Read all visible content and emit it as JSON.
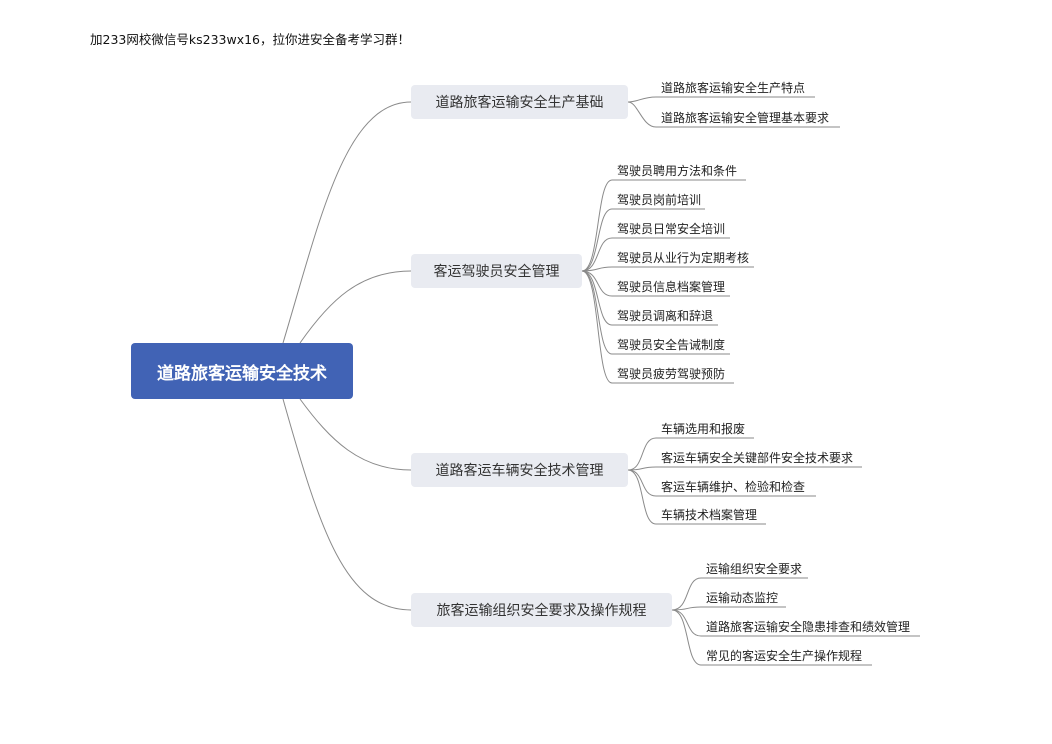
{
  "header": {
    "note": "加233网校微信号ks233wx16，拉你进安全备考学习群！"
  },
  "mindmap": {
    "root": "道路旅客运输安全技术",
    "branches": [
      {
        "label": "道路旅客运输安全生产基础",
        "leaves": [
          "道路旅客运输安全生产特点",
          "道路旅客运输安全管理基本要求"
        ]
      },
      {
        "label": "客运驾驶员安全管理",
        "leaves": [
          "驾驶员聘用方法和条件",
          "驾驶员岗前培训",
          "驾驶员日常安全培训",
          "驾驶员从业行为定期考核",
          "驾驶员信息档案管理",
          "驾驶员调离和辞退",
          "驾驶员安全告诫制度",
          "驾驶员疲劳驾驶预防"
        ]
      },
      {
        "label": "道路客运车辆安全技术管理",
        "leaves": [
          "车辆选用和报废",
          "客运车辆安全关键部件安全技术要求",
          "客运车辆维护、检验和检查",
          "车辆技术档案管理"
        ]
      },
      {
        "label": "旅客运输组织安全要求及操作规程",
        "leaves": [
          "运输组织安全要求",
          "运输动态监控",
          "道路旅客运输安全隐患排查和绩效管理",
          "常见的客运安全生产操作规程"
        ]
      }
    ]
  },
  "colors": {
    "root_fill": "#4163b5",
    "branch_fill": "#e9ebf1",
    "connector": "#8a8a8a"
  }
}
